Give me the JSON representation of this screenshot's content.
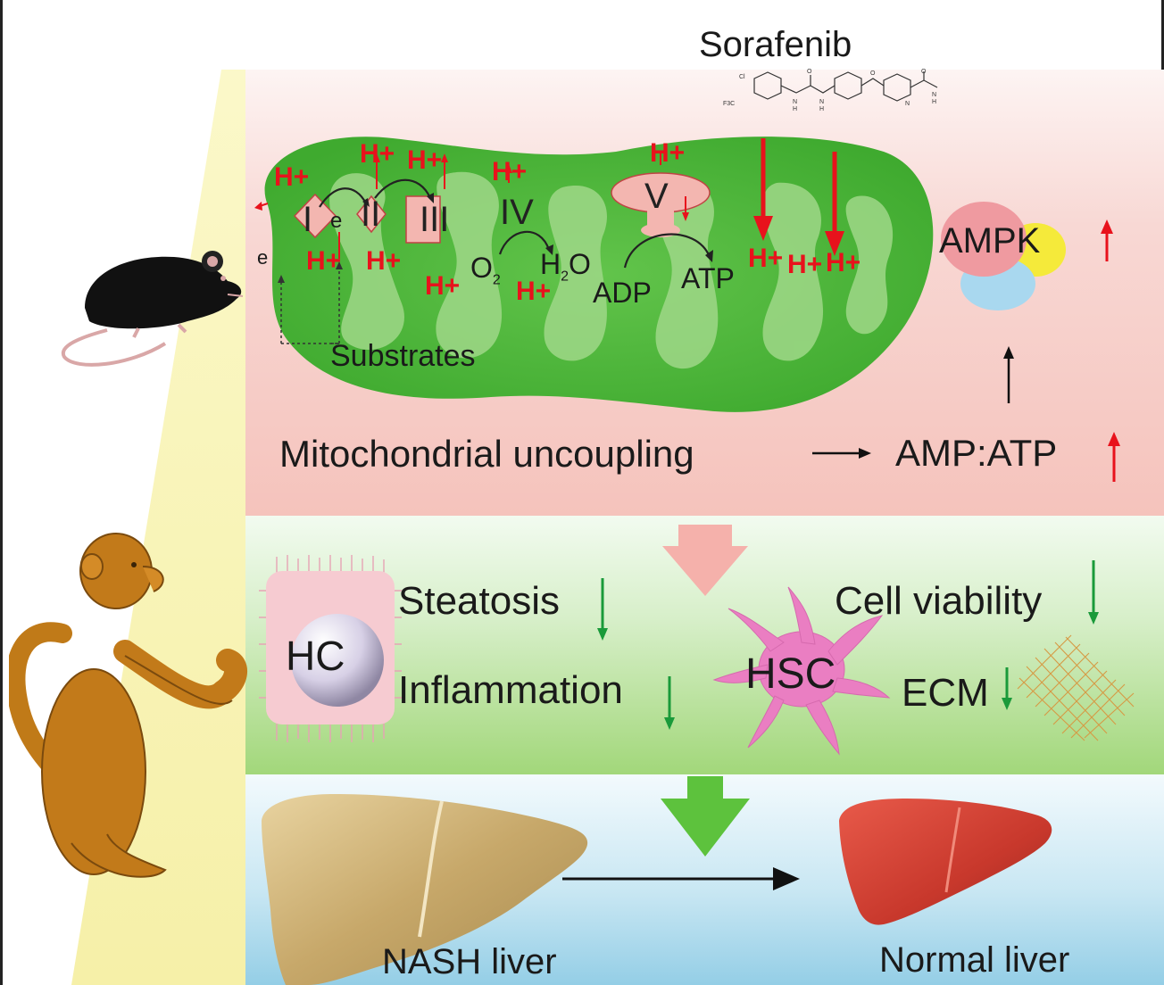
{
  "drug": {
    "name": "Sorafenib",
    "structure_labels": [
      "Cl",
      "F3C",
      "N",
      "H",
      "N",
      "H",
      "O",
      "O",
      "N",
      "O",
      "N",
      "H"
    ]
  },
  "mitochondrion": {
    "complexes": [
      "I",
      "II",
      "III",
      "IV",
      "V"
    ],
    "electron_labels": [
      "e",
      "e"
    ],
    "proton": "H+",
    "reaction": {
      "oxygen": "O",
      "oxygen_sub": "2",
      "water": "H",
      "water_sub": "2",
      "water_tail": "O"
    },
    "adp": "ADP",
    "atp": "ATP",
    "substrates": "Substrates"
  },
  "ampk": {
    "label": "AMPK"
  },
  "pathway": {
    "uncoupling": "Mitochondrial uncoupling",
    "ratio": "AMP:ATP"
  },
  "cells": {
    "hc": "HC",
    "hsc": "HSC",
    "steatosis": "Steatosis",
    "inflammation": "Inflammation",
    "cell_viability": "Cell viability",
    "ecm": "ECM"
  },
  "livers": {
    "nash": "NASH liver",
    "normal": "Normal liver"
  },
  "colors": {
    "up_arrow": "#e8121c",
    "down_arrow": "#1a9a3a",
    "proton": "#e8121c",
    "mito_outer": "#4fbe3e",
    "mito_inner": "#a3d98a"
  }
}
